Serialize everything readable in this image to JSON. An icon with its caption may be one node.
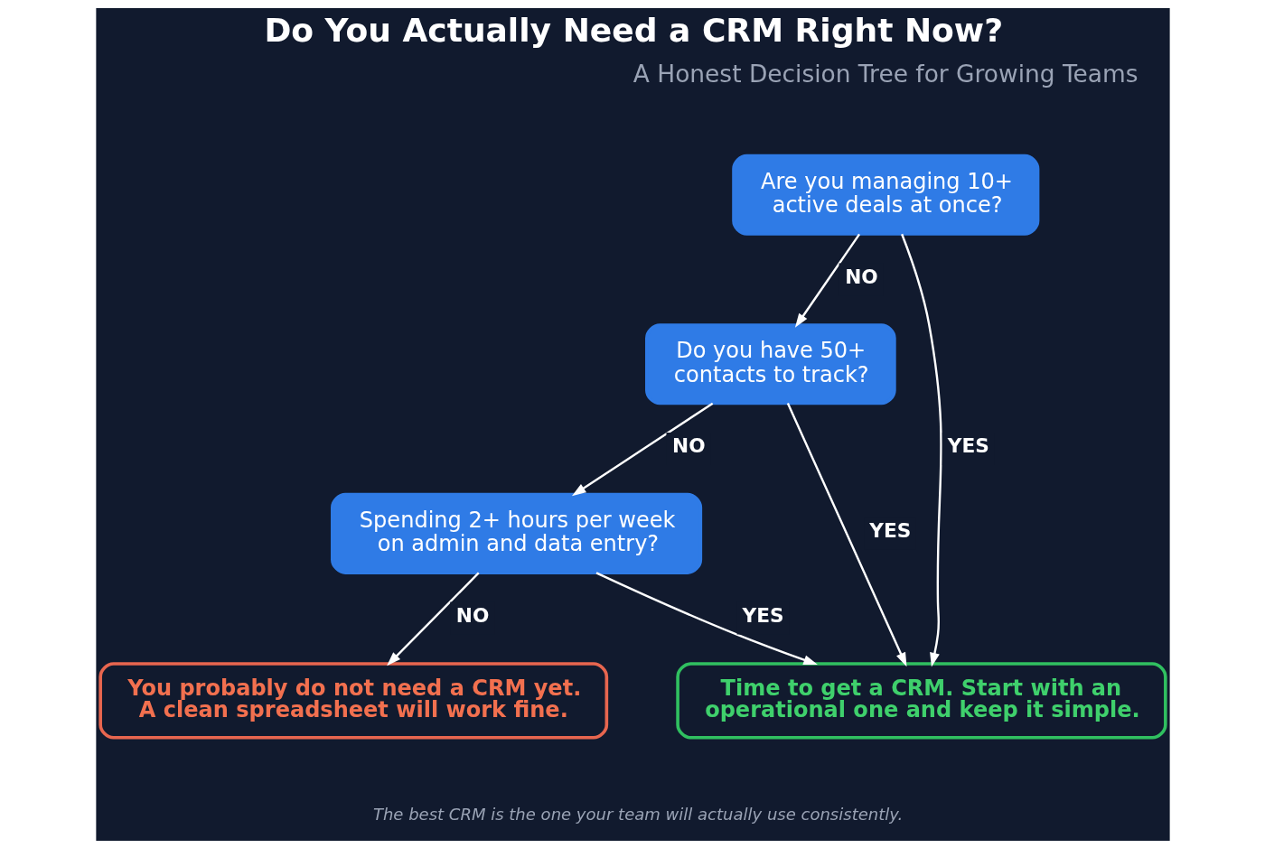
{
  "diagram": {
    "title": "Do You Actually Need a CRM Right Now?",
    "caption": "The best CRM is the one your team will actually use consistently.",
    "labels": [
      "A Honest Decision Tree for Growing Teams"
    ],
    "nodes": [
      {
        "text": [
          "Are you managing 10+ active deals at once?"
        ]
      },
      {
        "text": [
          "Do you have 50+ contacts to track?"
        ]
      },
      {
        "text": [
          "Spending 2+ hours per week on admin and data entry?"
        ]
      },
      {
        "text": [
          "You probably do not need a CRM yet. A clean spreadsheet will work fine."
        ]
      },
      {
        "text": [
          "Time to get a CRM. Start with an operational one and keep it simple."
        ]
      }
    ],
    "edges": [
      {
        "from": 0,
        "to": 1,
        "arrow": "to",
        "label": "NO"
      },
      {
        "from": 0,
        "to": 4,
        "arrow": "to",
        "label": "YES"
      },
      {
        "from": 1,
        "to": 2,
        "arrow": "to",
        "label": "NO"
      },
      {
        "from": 1,
        "to": 4,
        "arrow": "to",
        "label": "YES"
      },
      {
        "from": 2,
        "to": 3,
        "arrow": "to",
        "label": "NO"
      },
      {
        "from": 2,
        "to": 4,
        "arrow": "to",
        "label": "YES"
      }
    ]
  }
}
